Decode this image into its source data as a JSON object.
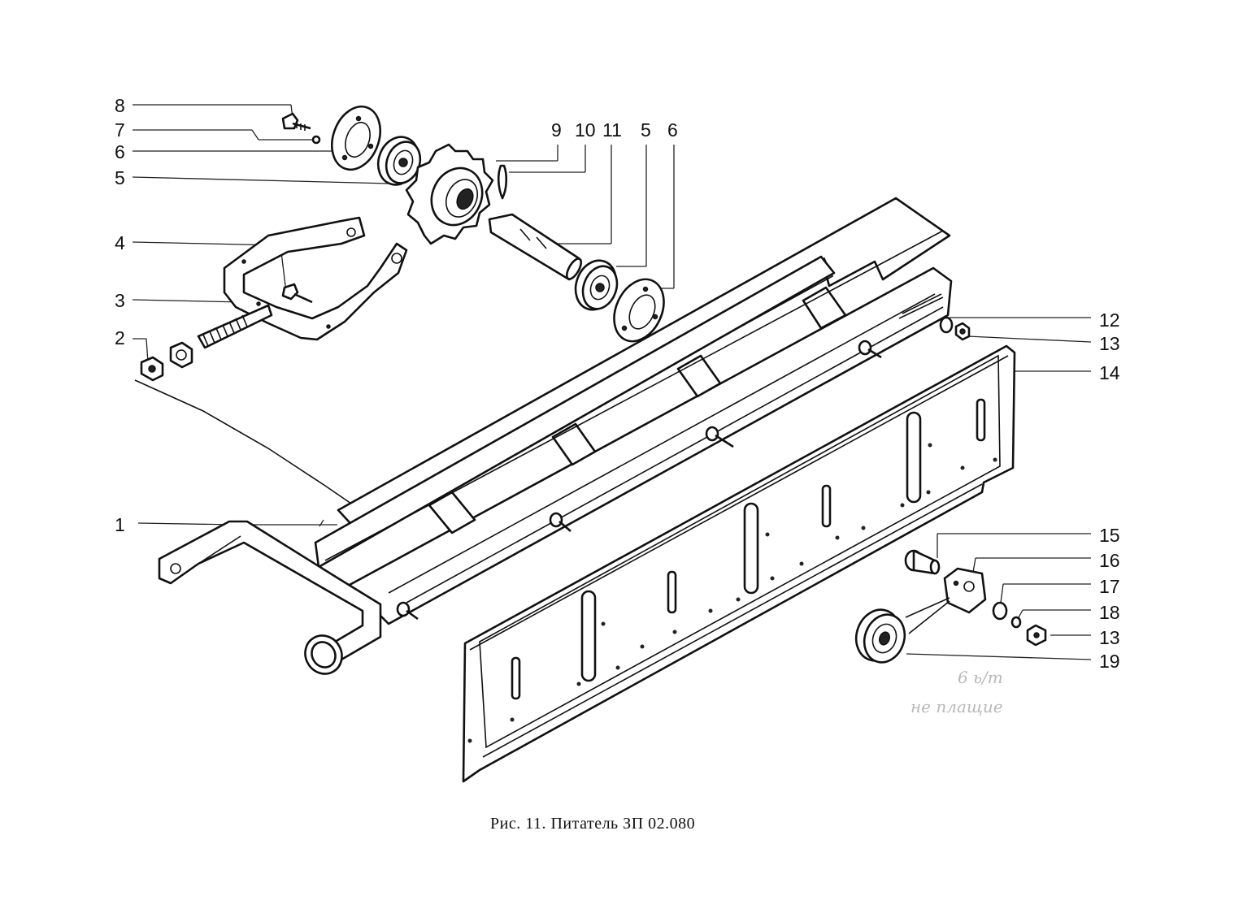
{
  "caption": "Рис. 11. Питатель ЗП 02.080",
  "handwritten_note": [
    "6 ь/т",
    "не плащие"
  ],
  "callouts": [
    "8",
    "7",
    "6",
    "5",
    "4",
    "3",
    "2",
    "9",
    "10",
    "11",
    "5",
    "6",
    "12",
    "13",
    "14",
    "1",
    "15",
    "16",
    "17",
    "18",
    "13",
    "19"
  ]
}
